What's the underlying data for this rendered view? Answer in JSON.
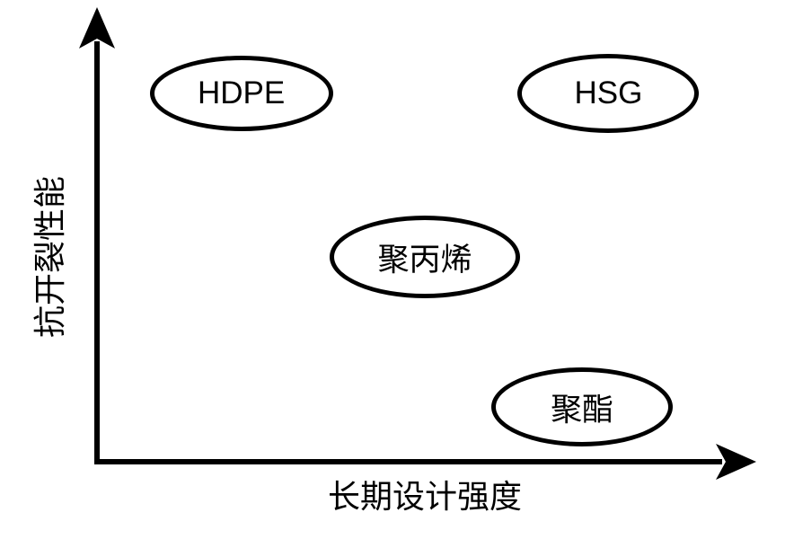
{
  "figure": {
    "background": "#ffffff",
    "stroke_color": "#000000"
  },
  "chart_data": {
    "type": "scatter",
    "title": "",
    "xlabel": "长期设计强度",
    "ylabel": "抗开裂性能",
    "xlim": [
      0,
      1
    ],
    "ylim": [
      0,
      1
    ],
    "grid": false,
    "legend": false,
    "axes_style": "arrow-axes-no-ticks",
    "marker_style": "outlined-ellipse",
    "points": [
      {
        "name": "hdpe",
        "label": "HDPE",
        "x": 0.22,
        "y": 0.81,
        "rx": 102,
        "ry": 42
      },
      {
        "name": "hsg",
        "label": "HSG",
        "x": 0.78,
        "y": 0.81,
        "rx": 101,
        "ry": 44
      },
      {
        "name": "polypropylene",
        "label": "聚丙烯",
        "x": 0.5,
        "y": 0.45,
        "rx": 106,
        "ry": 46
      },
      {
        "name": "polyester",
        "label": "聚酯",
        "x": 0.74,
        "y": 0.12,
        "rx": 101,
        "ry": 44
      }
    ]
  }
}
